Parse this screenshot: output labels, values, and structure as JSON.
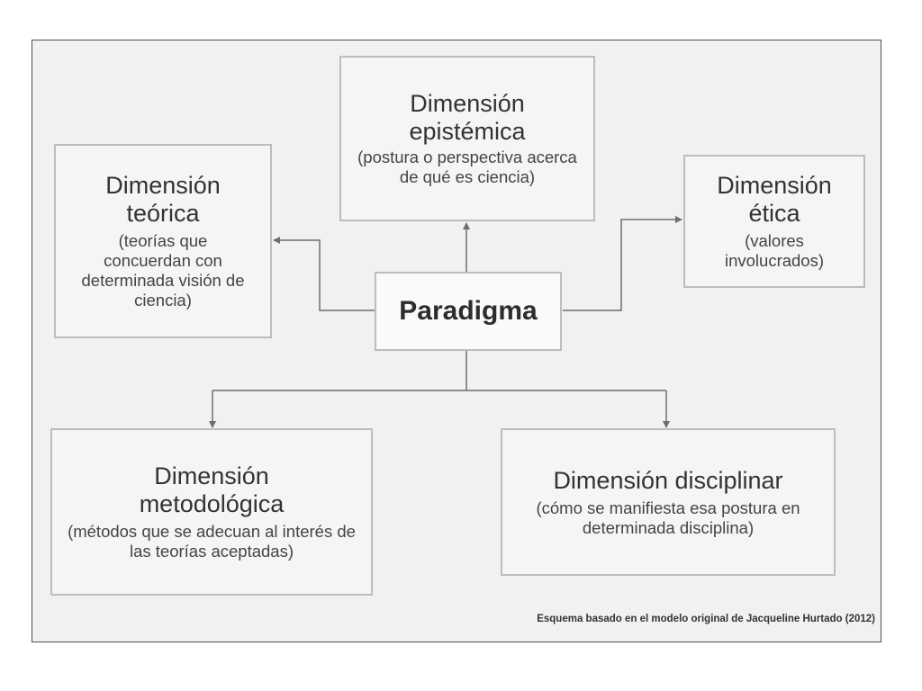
{
  "center": {
    "label": "Paradigma"
  },
  "nodes": {
    "epistemica": {
      "title": "Dimensión epistémica",
      "description": "(postura o perspectiva acerca de qué es ciencia)"
    },
    "teorica": {
      "title": "Dimensión teórica",
      "description": "(teorías que concuerdan con determinada visión de ciencia)"
    },
    "etica": {
      "title": "Dimensión ética",
      "description": "(valores involucrados)"
    },
    "metodologica": {
      "title": "Dimensión metodológica",
      "description": "(métodos que se adecuan al interés de las teorías aceptadas)"
    },
    "disciplinar": {
      "title": "Dimensión disciplinar",
      "description": "(cómo se manifiesta esa postura en determinada disciplina)"
    }
  },
  "caption": "Esquema basado en el modelo original de Jacqueline Hurtado (2012)",
  "colors": {
    "box_border": "#bdbdbd",
    "connector": "#6e6e6e",
    "background": "#f1f1f1"
  }
}
